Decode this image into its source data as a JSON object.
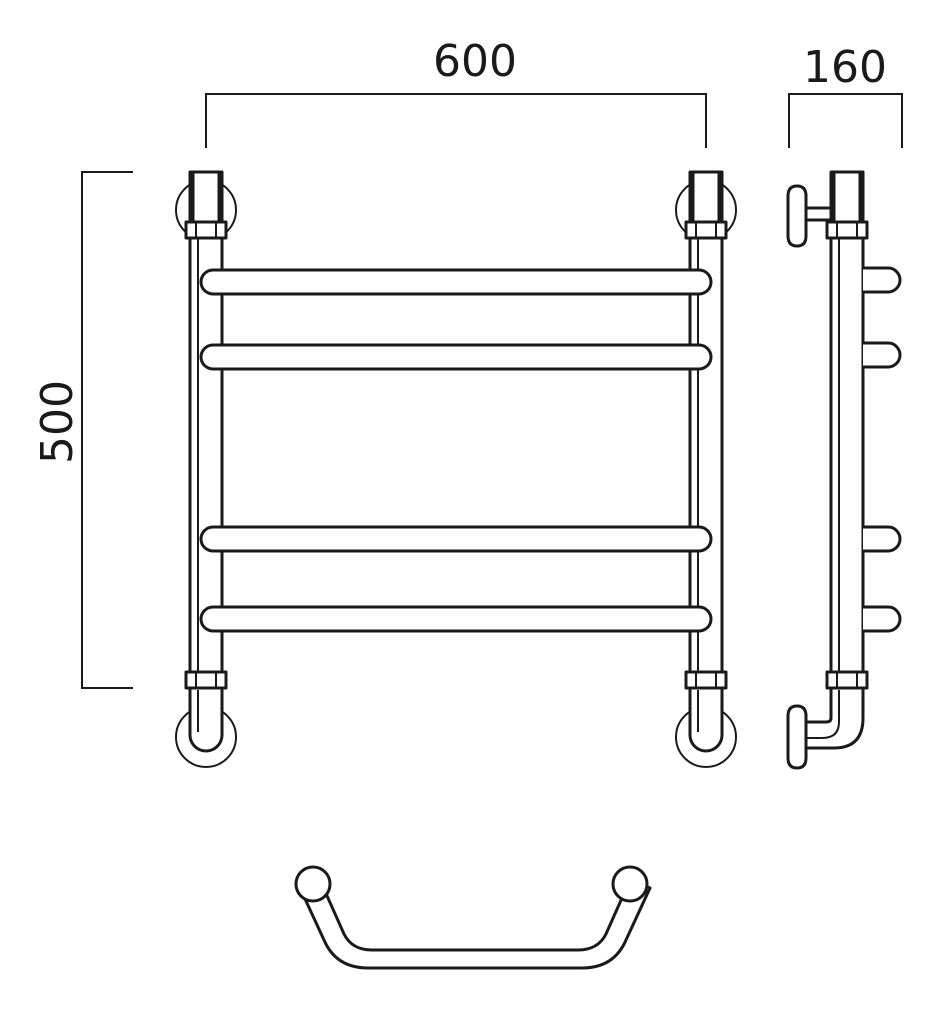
{
  "dimensions": {
    "width": "600",
    "depth": "160",
    "height": "500"
  },
  "rungs": 4
}
